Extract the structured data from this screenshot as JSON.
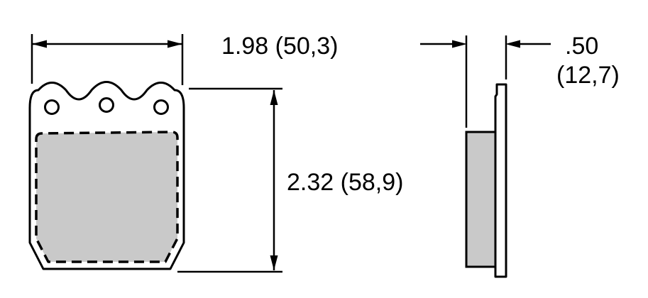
{
  "figure": {
    "type": "technical-drawing",
    "subject": "brake-pad-dimensions",
    "colors": {
      "background": "#ffffff",
      "line": "#000000",
      "pad_fill": "#c9c9c9",
      "plate_fill": "#ffffff"
    },
    "front_view": {
      "width_label": "1.98 (50,3)",
      "height_label": "2.32 (58,9)",
      "hole_count": "3"
    },
    "side_view": {
      "thickness_label_inches": ".50",
      "thickness_label_metric": "(12,7)"
    }
  }
}
